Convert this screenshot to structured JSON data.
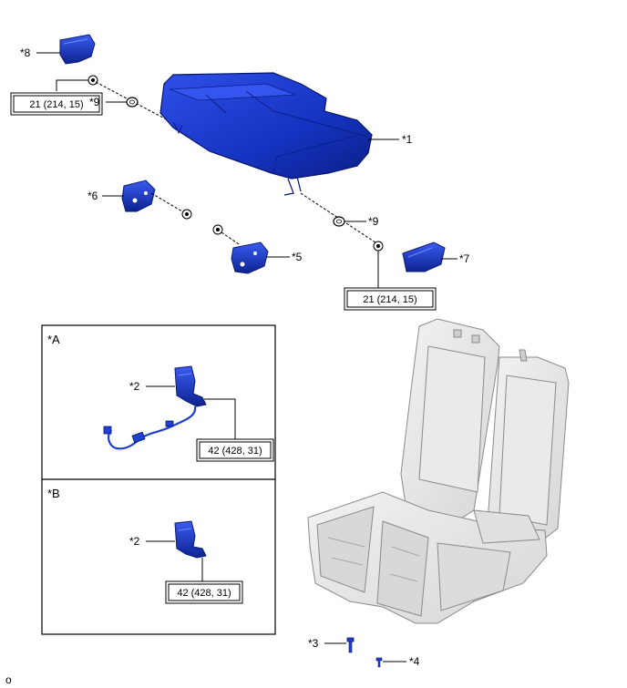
{
  "labels": {
    "c1": "*1",
    "c2a": "*2",
    "c2b": "*2",
    "c3": "*3",
    "c4": "*4",
    "c5": "*5",
    "c6": "*6",
    "c7": "*7",
    "c8": "*8",
    "c9a": "*9",
    "c9b": "*9"
  },
  "torque": {
    "t1": "21 (214, 15)",
    "t2": "21 (214, 15)",
    "t3": "42 (428, 31)",
    "t4": "42 (428, 31)"
  },
  "insets": {
    "a": "*A",
    "b": "*B"
  },
  "footer": {
    "code": "o"
  },
  "colors": {
    "part_blue": "#1f3fd0",
    "part_blue_dark": "#0d2290",
    "part_blue_light": "#4a6cf0",
    "seat_gray": "#e6e6e6",
    "seat_line": "#9a9a9a"
  }
}
